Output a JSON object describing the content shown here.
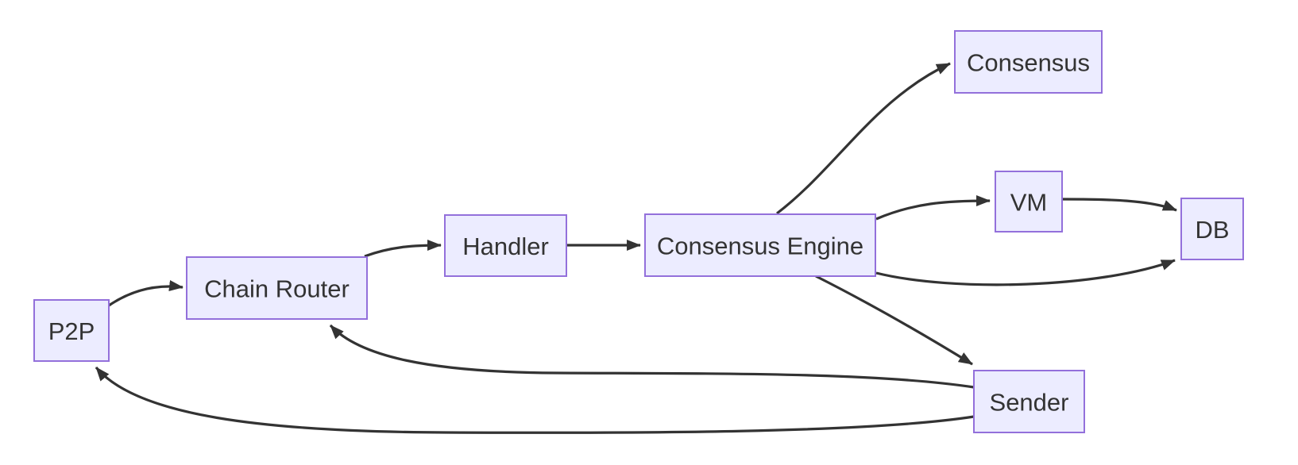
{
  "diagram": {
    "type": "flowchart",
    "colors": {
      "background": "#ffffff",
      "node_fill": "#ECECFF",
      "node_border": "#9370DB",
      "edge_color": "#333333",
      "text_color": "#333333"
    },
    "nodes": [
      {
        "id": "p2p",
        "label": "P2P"
      },
      {
        "id": "chain-router",
        "label": "Chain Router"
      },
      {
        "id": "handler",
        "label": "Handler"
      },
      {
        "id": "consensus-engine",
        "label": "Consensus Engine"
      },
      {
        "id": "consensus",
        "label": "Consensus"
      },
      {
        "id": "vm",
        "label": "VM"
      },
      {
        "id": "db",
        "label": "DB"
      },
      {
        "id": "sender",
        "label": "Sender"
      }
    ],
    "edges": [
      {
        "from": "P2P",
        "to": "Chain Router"
      },
      {
        "from": "Chain Router",
        "to": "Handler"
      },
      {
        "from": "Handler",
        "to": "Consensus Engine"
      },
      {
        "from": "Consensus Engine",
        "to": "Consensus"
      },
      {
        "from": "Consensus Engine",
        "to": "VM"
      },
      {
        "from": "VM",
        "to": "DB"
      },
      {
        "from": "Consensus Engine",
        "to": "DB"
      },
      {
        "from": "Consensus Engine",
        "to": "Sender"
      },
      {
        "from": "Sender",
        "to": "Chain Router"
      },
      {
        "from": "Sender",
        "to": "P2P"
      }
    ]
  }
}
